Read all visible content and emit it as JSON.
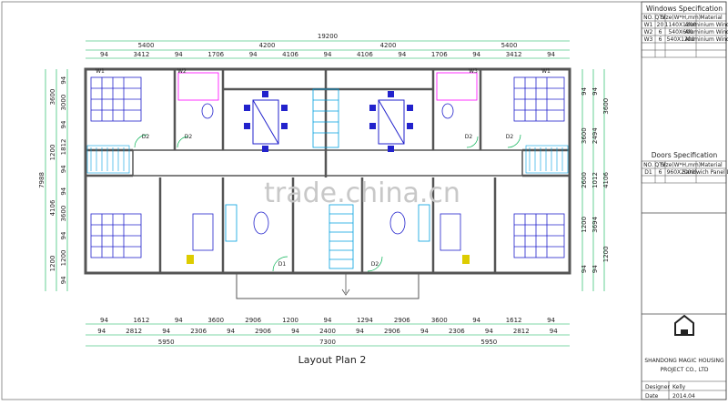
{
  "plan": {
    "caption": "Layout Plan 2",
    "watermark": "trade.china.cn",
    "colors": {
      "wall": "#555555",
      "dim": "#00b050",
      "stair": "#00a0e0",
      "furniture": "#2222cc",
      "bath": "#ff00ff",
      "fixture": "#ddcc00"
    },
    "top_dims": {
      "overall": "19200",
      "row1": [
        "5400",
        "4200",
        "4200",
        "5400"
      ],
      "row2": [
        "94",
        "3412",
        "94",
        "1706",
        "94",
        "4106",
        "94",
        "4106",
        "94",
        "1706",
        "94",
        "3412",
        "94"
      ]
    },
    "bottom_dims": {
      "row1": [
        "94",
        "1612",
        "94",
        "3600",
        "2906",
        "1200",
        "94",
        "1294",
        "2906",
        "3600",
        "94",
        "1612",
        "94"
      ],
      "row2": [
        "94",
        "2812",
        "94",
        "2306",
        "94",
        "2906",
        "94",
        "2400",
        "94",
        "2906",
        "94",
        "2306",
        "94",
        "2812",
        "94"
      ],
      "row3": [
        "5950",
        "7300",
        "5950"
      ]
    },
    "left_dims": {
      "outer": [
        "7988"
      ],
      "mid": [
        "3600",
        "1200",
        "4106",
        "1200"
      ],
      "inner": [
        "94",
        "3000",
        "94",
        "1812",
        "94",
        "94",
        "3600",
        "94",
        "1200",
        "94"
      ]
    },
    "right_dims": {
      "outer": [
        "3600",
        "4106",
        "1200"
      ],
      "mid": [
        "94",
        "2494",
        "1012",
        "3694",
        "94"
      ],
      "inner": [
        "94",
        "3600",
        "2600",
        "1200",
        "94"
      ]
    },
    "room_tags": [
      "D2",
      "D2",
      "D1",
      "D2",
      "D2",
      "D2",
      "W1",
      "W2",
      "W1",
      "W3"
    ]
  },
  "windows_spec": {
    "title": "Windows   Specification",
    "headers": [
      "NO.",
      "QTY",
      "Size(W*H,mm)",
      "Material"
    ],
    "rows": [
      [
        "W1",
        "20",
        "1140X1200",
        "Aluminium Window"
      ],
      [
        "W2",
        "6",
        "540X600",
        "Aluminium Window"
      ],
      [
        "W3",
        "6",
        "540X1200",
        "Aluminium Window"
      ]
    ]
  },
  "doors_spec": {
    "title": "Doors   Specification",
    "headers": [
      "NO.",
      "QTY",
      "Size(W*H,mm)",
      "Material"
    ],
    "rows": [
      [
        "D1",
        "6",
        "960X2000",
        "Sandwich Panel Door"
      ]
    ]
  },
  "company": {
    "name_line1": "SHANDONG MAGIC HOUSING",
    "name_line2": "PROJECT  CO., LTD",
    "designer_label": "Designer",
    "designer_value": "Kelly",
    "date_label": "Date",
    "date_value": "2014.04"
  }
}
